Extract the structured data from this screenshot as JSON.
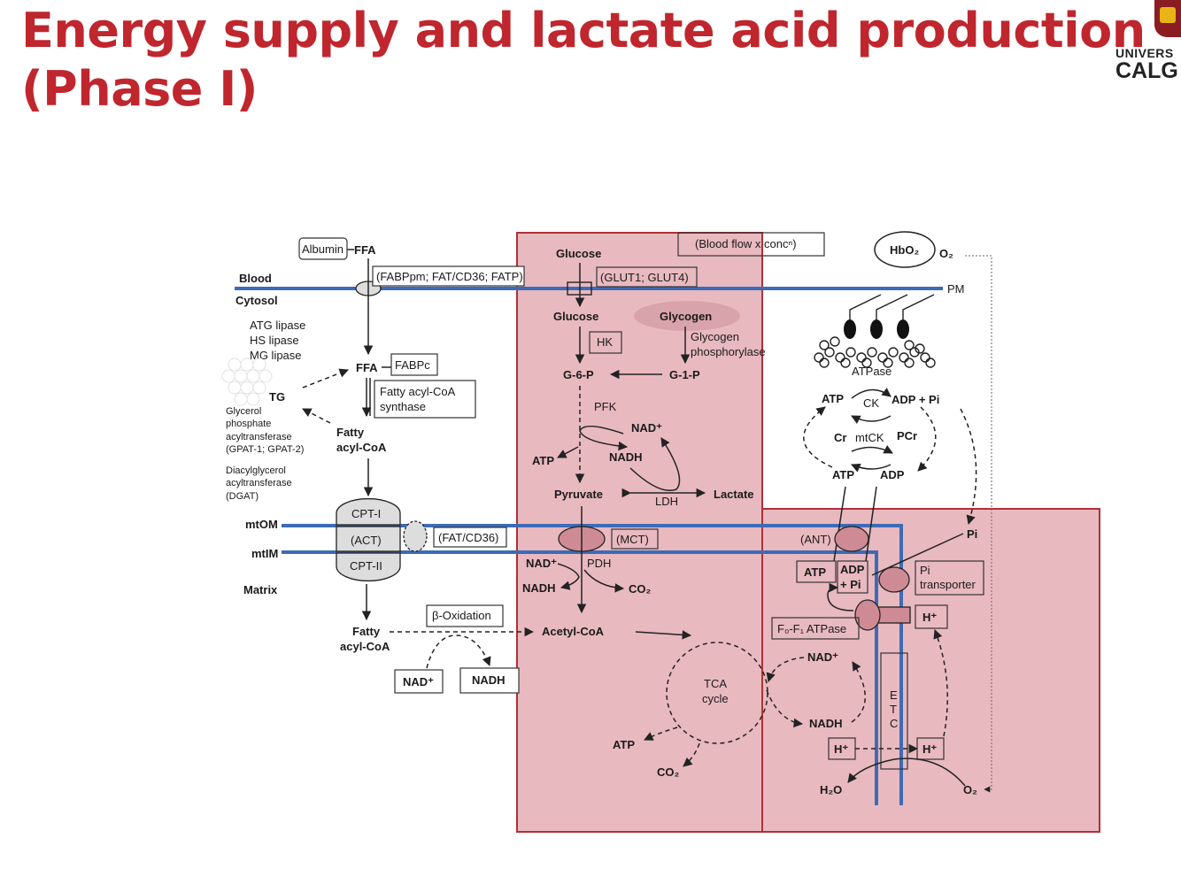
{
  "slide": {
    "title_line1": "Energy supply and lactate acid production",
    "title_line2": "(Phase I)",
    "logo_line1": "UNIVERS",
    "logo_line2": "CALG"
  },
  "colors": {
    "title": "#c0262d",
    "membrane": "#3d6bb5",
    "highlight_fill": "#e9b9c0",
    "highlight_border": "#b03038"
  },
  "diagram": {
    "left": {
      "albumin": "Albumin",
      "ffa_top": "FFA",
      "blood": "Blood",
      "cytosol": "Cytosol",
      "fabp_transporters": "(FABPpm; FAT/CD36; FATP)",
      "lipases": [
        "ATG lipase",
        "HS lipase",
        "MG lipase"
      ],
      "ffa": "FFA",
      "fabpc": "FABPc",
      "tg": "TG",
      "gpat": [
        "Glycerol",
        "phosphate",
        "acyltransferase",
        "(GPAT-1; GPAT-2)"
      ],
      "dgat": [
        "Diacylglycerol",
        "acyltransferase",
        "(DGAT)"
      ],
      "fatty_acyl_coa_synthase": [
        "Fatty acyl-CoA",
        "synthase"
      ],
      "fatty_acyl_coa": [
        "Fatty",
        "acyl-CoA"
      ],
      "mtom": "mtOM",
      "mtim": "mtIM",
      "matrix": "Matrix",
      "cpt1": "CPT-I",
      "act": "(ACT)",
      "cpt2": "CPT-II",
      "fat_cd36": "(FAT/CD36)",
      "fatty_acyl_coa_matrix": [
        "Fatty",
        "acyl-CoA"
      ],
      "beta_oxidation": "β-Oxidation",
      "nad_plus": "NAD⁺",
      "nadh": "NADH"
    },
    "middle": {
      "blood_flow": "(Blood flow x concⁿ)",
      "glucose_top": "Glucose",
      "glut": "(GLUT1; GLUT4)",
      "glucose": "Glucose",
      "glycogen": "Glycogen",
      "hk": "HK",
      "glycogen_phosphorylase": [
        "Glycogen",
        "phosphorylase"
      ],
      "g6p": "G-6-P",
      "g1p": "G-1-P",
      "pfk": "PFK",
      "nad_plus": "NAD⁺",
      "atp": "ATP",
      "nadh": "NADH",
      "pyruvate": "Pyruvate",
      "ldh": "LDH",
      "lactate": "Lactate",
      "mct": "(MCT)",
      "pdh_nad_plus": "NAD⁺",
      "pdh": "PDH",
      "pdh_nadh": "NADH",
      "co2": "CO₂",
      "acetyl_coa": "Acetyl-CoA",
      "tca": [
        "TCA",
        "cycle"
      ],
      "tca_atp": "ATP",
      "tca_co2": "CO₂"
    },
    "right": {
      "hbo2": "HbO₂",
      "o2": "O₂",
      "pm": "PM",
      "atpase": "ATPase",
      "atp1": "ATP",
      "ck": "CK",
      "adp_pi": "ADP + Pi",
      "cr": "Cr",
      "mtck": "mtCK",
      "pcr": "PCr",
      "atp2": "ATP",
      "adp2": "ADP",
      "ant": "(ANT)",
      "pi": "Pi",
      "atp_box": "ATP",
      "adp_box": [
        "ADP",
        "+ Pi"
      ],
      "pi_transporter": [
        "Pi",
        "transporter"
      ],
      "h_plus_box1": "H⁺",
      "f0f1": "F₀-F₁ ATPase",
      "nad_plus": "NAD⁺",
      "nadh": "NADH",
      "etc": [
        "E",
        "T",
        "C"
      ],
      "h_plus_box2": "H⁺",
      "h_plus_box3": "H⁺",
      "h2o": "H₂O",
      "o2_bottom": "O₂"
    }
  }
}
